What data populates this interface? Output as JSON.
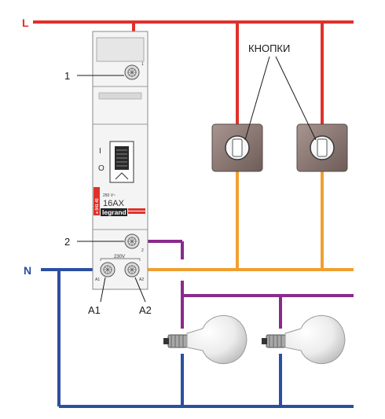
{
  "lines": {
    "live_label": "L",
    "neutral_label": "N"
  },
  "labels": {
    "buttons": "КНОПКИ",
    "terminal_1": "1",
    "terminal_2": "2",
    "a1": "A1",
    "a2": "A2"
  },
  "relay": {
    "voltage_small": "230V",
    "side_marking": "● 041 45",
    "rating_small": "250 V~",
    "rating": "16AX",
    "brand": "legrand",
    "switch_i": "I",
    "switch_o": "O",
    "terminal_a1_mark": "A1",
    "terminal_a2_mark": "A2",
    "terminal_top_mark": "1",
    "terminal_bottom_mark": "2"
  },
  "colors": {
    "live": "#e0302a",
    "neutral": "#2b4fa0",
    "control": "#f0a030",
    "load": "#8a2a8c"
  }
}
